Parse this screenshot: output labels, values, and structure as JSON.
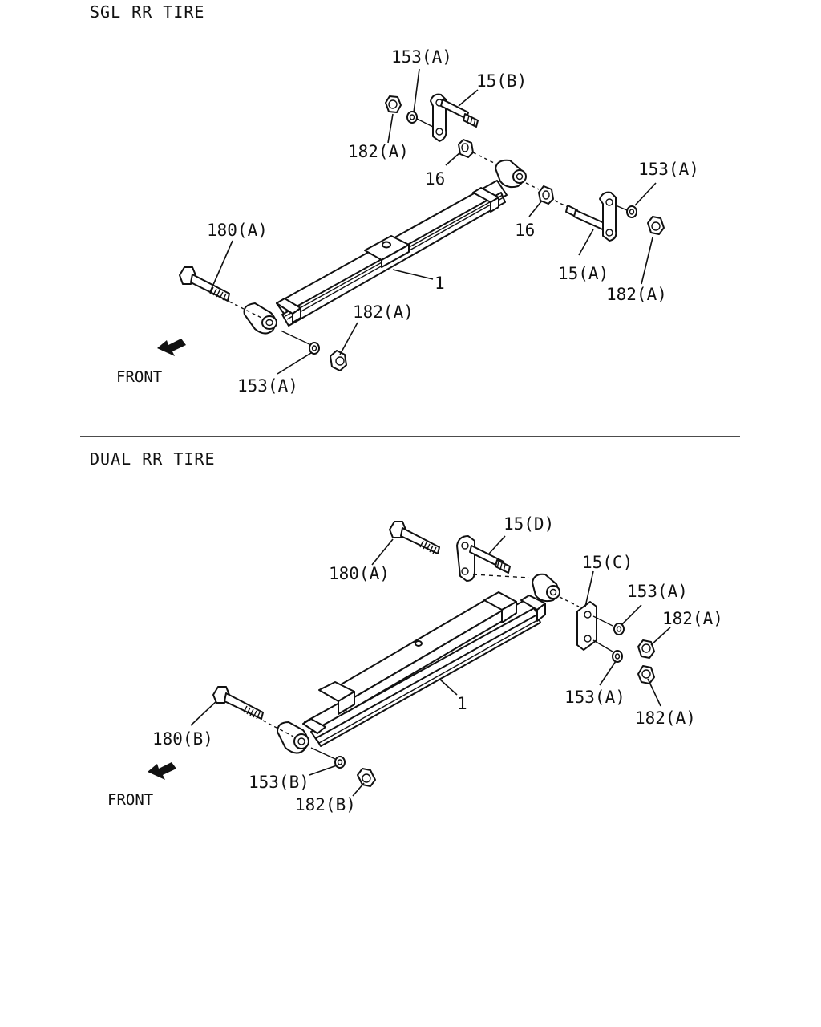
{
  "sections": [
    {
      "title": "SGL RR TIRE",
      "front_label": "FRONT",
      "labels": {
        "p153a_top": "153(A)",
        "p15b": "15(B)",
        "p182a_upper": "182(A)",
        "p16_left": "16",
        "p153a_right": "153(A)",
        "p16_right": "16",
        "p180a": "180(A)",
        "p15a": "15(A)",
        "p1": "1",
        "p182a_right": "182(A)",
        "p182a_lower": "182(A)",
        "p153a_bottom": "153(A)"
      }
    },
    {
      "title": "DUAL RR TIRE",
      "front_label": "FRONT",
      "labels": {
        "p15d": "15(D)",
        "p180a": "180(A)",
        "p15c": "15(C)",
        "p153a_upper": "153(A)",
        "p182a_upper": "182(A)",
        "p1": "1",
        "p153a_lower": "153(A)",
        "p180b": "180(B)",
        "p182a_lower": "182(A)",
        "p153b": "153(B)",
        "p182b": "182(B)"
      }
    }
  ]
}
